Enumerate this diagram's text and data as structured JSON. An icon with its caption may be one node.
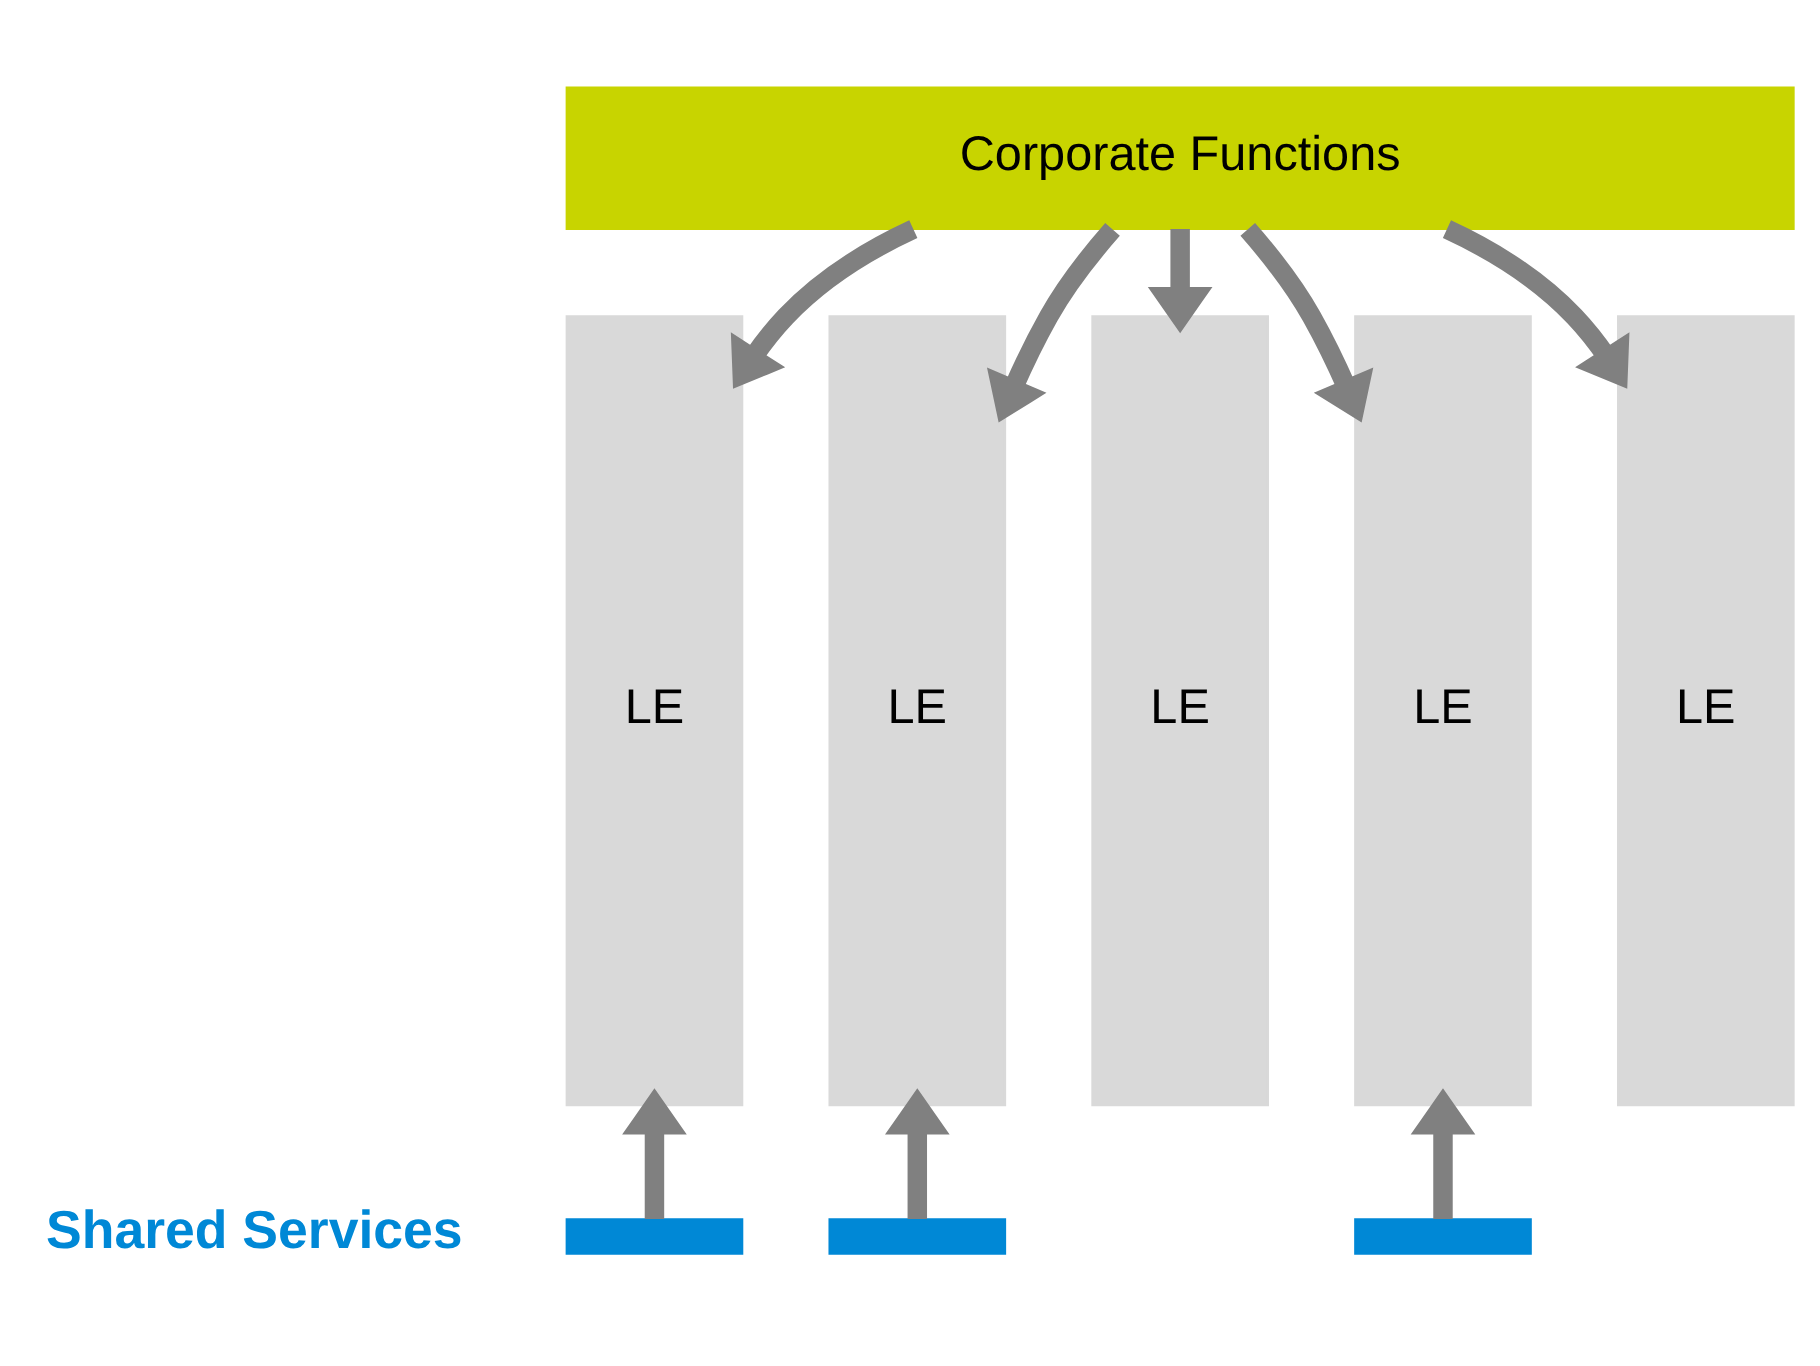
{
  "diagram": {
    "nodes": [
      {
        "text": [
          "Corporate Functions"
        ]
      },
      {
        "text": [
          "LE"
        ]
      },
      {
        "text": [
          "LE"
        ]
      },
      {
        "text": [
          "LE"
        ]
      },
      {
        "text": [
          "LE"
        ]
      },
      {
        "text": [
          "LE"
        ]
      },
      {
        "text": [],
        "shape": "bar"
      },
      {
        "text": [],
        "shape": "bar"
      },
      {
        "text": [],
        "shape": "bar"
      }
    ],
    "edges": [
      {
        "from": 0,
        "to": 1,
        "arrow": "to"
      },
      {
        "from": 0,
        "to": 2,
        "arrow": "to"
      },
      {
        "from": 0,
        "to": 3,
        "arrow": "to"
      },
      {
        "from": 0,
        "to": 4,
        "arrow": "to"
      },
      {
        "from": 0,
        "to": 5,
        "arrow": "to"
      },
      {
        "from": 6,
        "to": 1,
        "arrow": "to"
      },
      {
        "from": 7,
        "to": 2,
        "arrow": "to"
      },
      {
        "from": 8,
        "to": 4,
        "arrow": "to"
      }
    ],
    "labels": [
      "Shared Services"
    ]
  }
}
